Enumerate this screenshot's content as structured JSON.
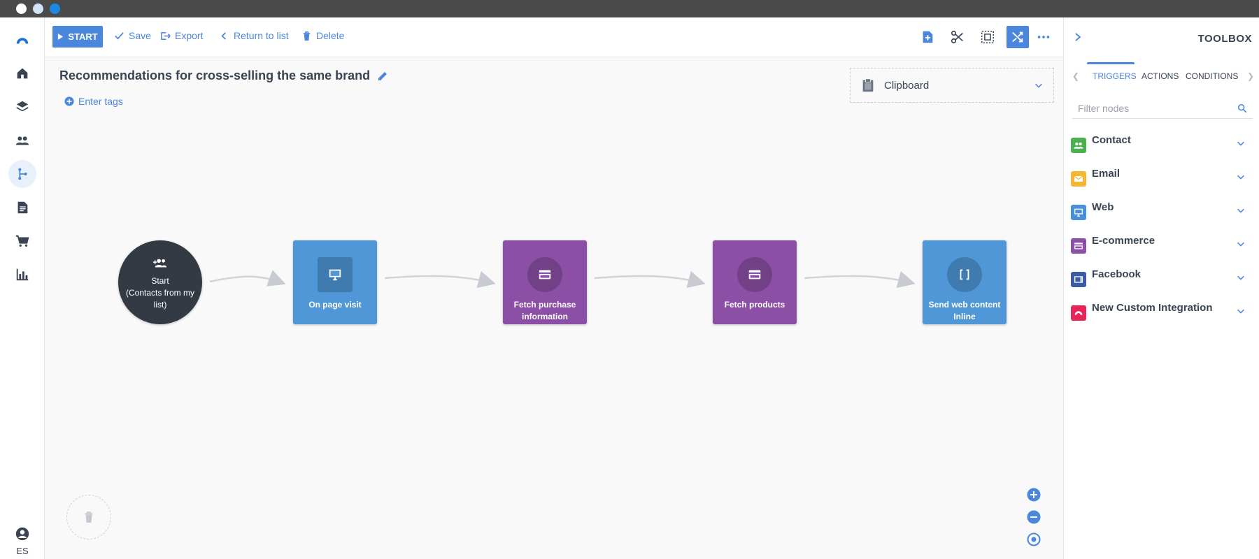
{
  "colors": {
    "accent": "#4a86db",
    "start_node": "#333a44",
    "web_node": "#4f97d6",
    "ecommerce_node": "#8b4fa5",
    "contact_cat": "#4caf50",
    "email_cat": "#f5b731",
    "web_cat": "#4a90d9",
    "ecommerce_cat": "#8b4fa5",
    "facebook_cat": "#3b5ba7",
    "custom_cat": "#e8255a"
  },
  "rail": {
    "items": [
      {
        "name": "logo-icon"
      },
      {
        "name": "home-icon"
      },
      {
        "name": "layers-icon"
      },
      {
        "name": "contacts-icon"
      },
      {
        "name": "automation-icon"
      },
      {
        "name": "document-icon"
      },
      {
        "name": "cart-icon"
      },
      {
        "name": "reports-icon"
      }
    ],
    "language": "ES"
  },
  "toolbar": {
    "start_label": "START",
    "save_label": "Save",
    "export_label": "Export",
    "return_label": "Return to list",
    "delete_label": "Delete",
    "right_icons": [
      "add-note-icon",
      "scissors-icon",
      "select-area-icon",
      "shuffle-icon",
      "more-icon"
    ]
  },
  "canvas": {
    "title": "Recommendations for cross-selling the same brand",
    "tags_label": "Enter tags",
    "clipboard_label": "Clipboard",
    "nodes": [
      {
        "label": "Start\n(Contacts from my list)",
        "icon": "add-contacts-icon",
        "type": "start"
      },
      {
        "label": "On page visit",
        "icon": "monitor-icon",
        "type": "web"
      },
      {
        "label": "Fetch purchase information",
        "icon": "card-icon",
        "type": "ecommerce"
      },
      {
        "label": "Fetch products",
        "icon": "card-icon",
        "type": "ecommerce"
      },
      {
        "label": "Send web content Inline",
        "icon": "brackets-icon",
        "type": "web"
      }
    ]
  },
  "toolbox": {
    "title": "TOOLBOX",
    "tabs": [
      "TRIGGERS",
      "ACTIONS",
      "CONDITIONS"
    ],
    "active_tab": "TRIGGERS",
    "filter_placeholder": "Filter nodes",
    "categories": [
      {
        "label": "Contact",
        "icon": "contacts-icon"
      },
      {
        "label": "Email",
        "icon": "envelope-icon"
      },
      {
        "label": "Web",
        "icon": "monitor-icon"
      },
      {
        "label": "E-commerce",
        "icon": "card-icon"
      },
      {
        "label": "Facebook",
        "icon": "facebook-icon"
      },
      {
        "label": "New Custom Integration",
        "icon": "integration-icon"
      }
    ]
  }
}
